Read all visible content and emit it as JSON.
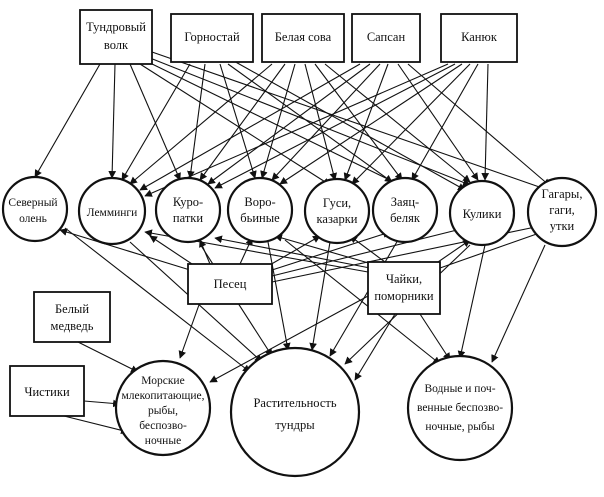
{
  "nodes": {
    "wolf": {
      "lines": [
        "Тундровый",
        "волк"
      ]
    },
    "ermine": {
      "lines": [
        "Горностай"
      ]
    },
    "owl": {
      "lines": [
        "Белая сова"
      ]
    },
    "falcon": {
      "lines": [
        "Сапсан"
      ]
    },
    "buzzard": {
      "lines": [
        "Канюк"
      ]
    },
    "reindeer": {
      "lines": [
        "Северный",
        "олень"
      ]
    },
    "lemmings": {
      "lines": [
        "Лемминги"
      ]
    },
    "ptarmigan": {
      "lines": [
        "Куро-",
        "патки"
      ]
    },
    "sparrows": {
      "lines": [
        "Воро-",
        "бьиные"
      ]
    },
    "geese": {
      "lines": [
        "Гуси,",
        "казарки"
      ]
    },
    "hare": {
      "lines": [
        "Заяц-",
        "беляк"
      ]
    },
    "waders": {
      "lines": [
        "Кулики"
      ]
    },
    "loons": {
      "lines": [
        "Гагары,",
        "гаги,",
        "утки"
      ]
    },
    "fox": {
      "lines": [
        "Песец"
      ]
    },
    "gulls": {
      "lines": [
        "Чайки,",
        "поморники"
      ]
    },
    "bear": {
      "lines": [
        "Белый",
        "медведь"
      ]
    },
    "guillemots": {
      "lines": [
        "Чистики"
      ]
    },
    "marine": {
      "lines": [
        "Морские",
        "млекопитающие,",
        "рыбы,",
        "беспозво-",
        "ночные"
      ]
    },
    "vegetation": {
      "lines": [
        "Растительность",
        "тундры"
      ]
    },
    "aquatic": {
      "lines": [
        "Водные и поч-",
        "венные беспозво-",
        "ночные, рыбы"
      ]
    }
  }
}
